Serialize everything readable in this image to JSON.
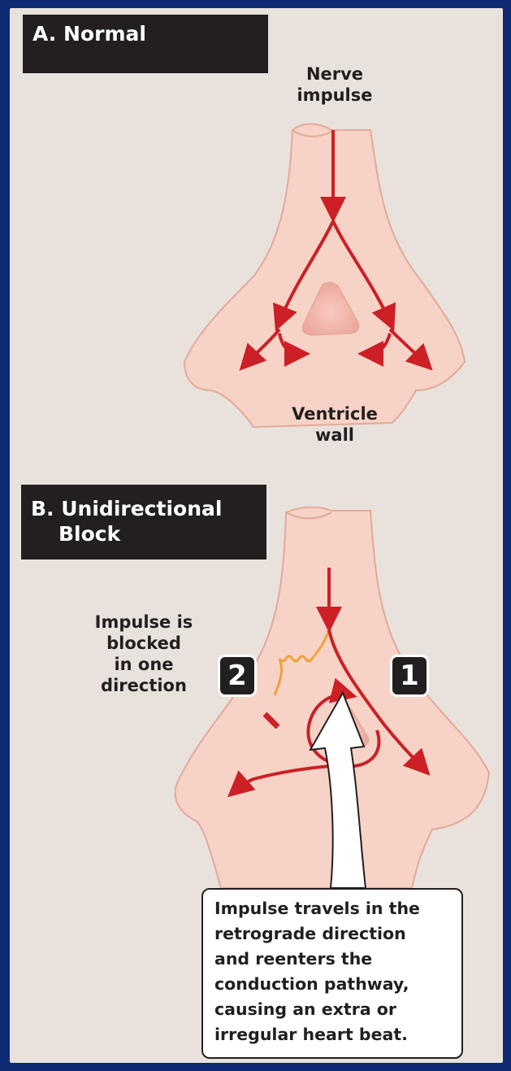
{
  "panel_a": {
    "title": "A. Normal",
    "nerve_label_lines": [
      "Nerve",
      "impulse"
    ],
    "ventricle_label_lines": [
      "Ventricle",
      "wall"
    ]
  },
  "panel_b": {
    "title_lines": [
      "B. Unidirectional",
      "Block"
    ],
    "blocked_label_lines": [
      "Impulse is",
      "blocked",
      "in one",
      "direction"
    ],
    "badge_left": "2",
    "badge_right": "1",
    "callout_lines": [
      "Impulse travels in the",
      "retrograde direction",
      "and reenters the",
      "conduction pathway,",
      "causing an extra or",
      "irregular heart beat."
    ]
  },
  "colors": {
    "frame": "#0d2a72",
    "panel": "#e9e1dc",
    "tissue": "#f6d3c6",
    "tissue_edge": "#e3a999",
    "impulse": "#cc1f26",
    "blocked_impulse": "#f0a23a",
    "header": "#231f20"
  }
}
